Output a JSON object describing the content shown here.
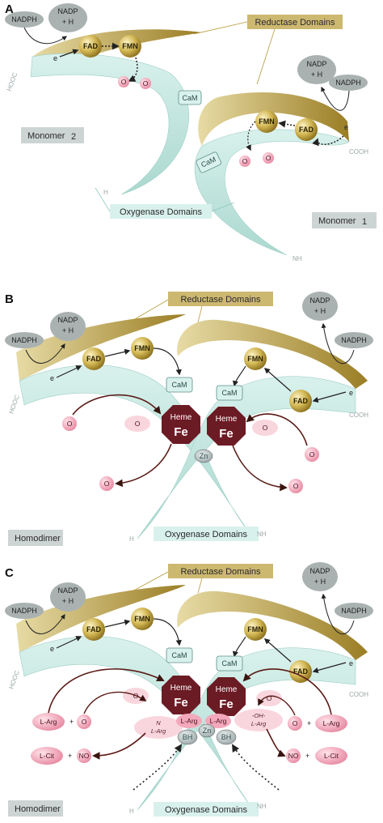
{
  "panels": [
    {
      "letter": "A",
      "reductase_label": "Reductase Domains",
      "oxygenase_label": "Oxygenase Domains",
      "monomer2_label": "Monomer",
      "monomer2_index": "2",
      "monomer1_label": "Monomer",
      "monomer1_index": "1",
      "nadph_left": "NADPH",
      "nadp_left": "NADP",
      "h_left": "+ H",
      "nadph_right": "NADPH",
      "nadp_right": "NADP",
      "h_right": "+ H",
      "fad": "FAD",
      "fmn": "FMN",
      "cam": "CaM",
      "electron": "e",
      "o2": "O",
      "hooc": "HOOC",
      "cooh": "COOH",
      "h2n": "H",
      "nh2": "NH"
    },
    {
      "letter": "B",
      "reductase_label": "Reductase Domains",
      "oxygenase_label": "Oxygenase Domains",
      "homodimer_label": "Homodimer",
      "nadph": "NADPH",
      "nadp": "NADP",
      "h": "+ H",
      "fad": "FAD",
      "fmn": "FMN",
      "cam": "CaM",
      "heme": "Heme",
      "fe": "Fe",
      "zn": "Zn",
      "o2": "O",
      "electron": "e",
      "hooc": "HOOC",
      "cooh": "COOH",
      "h2n": "H",
      "nh2": "NH"
    },
    {
      "letter": "C",
      "reductase_label": "Reductase Domains",
      "oxygenase_label": "Oxygenase Domains",
      "homodimer_label": "Homodimer",
      "nadph": "NADPH",
      "nadp": "NADP",
      "h": "+ H",
      "fad": "FAD",
      "fmn": "FMN",
      "cam": "CaM",
      "heme": "Heme",
      "fe": "Fe",
      "zn": "Zn",
      "bh4": "BH",
      "larg": "L-Arg",
      "lcit": "L-Cit",
      "no": "NO",
      "o2": "O",
      "plus": "+",
      "nohlarg_top": "N",
      "nohlarg_mid": "-OH-",
      "nohlarg_bottom": "L-Arg",
      "electron": "e",
      "hooc": "HOOC",
      "cooh": "COOH",
      "h2n": "H",
      "nh2": "NH"
    }
  ],
  "colors": {
    "gold": "#b59a3a",
    "gold_light": "#e6d79a",
    "teal": "#bfe5df",
    "teal_dark": "#8cc8bf",
    "heme": "#6b1b24",
    "pink": "#f3a9bb",
    "pink_light": "#f9d6de",
    "grey": "#a9b1b1",
    "arrow": "#5a1a16"
  }
}
